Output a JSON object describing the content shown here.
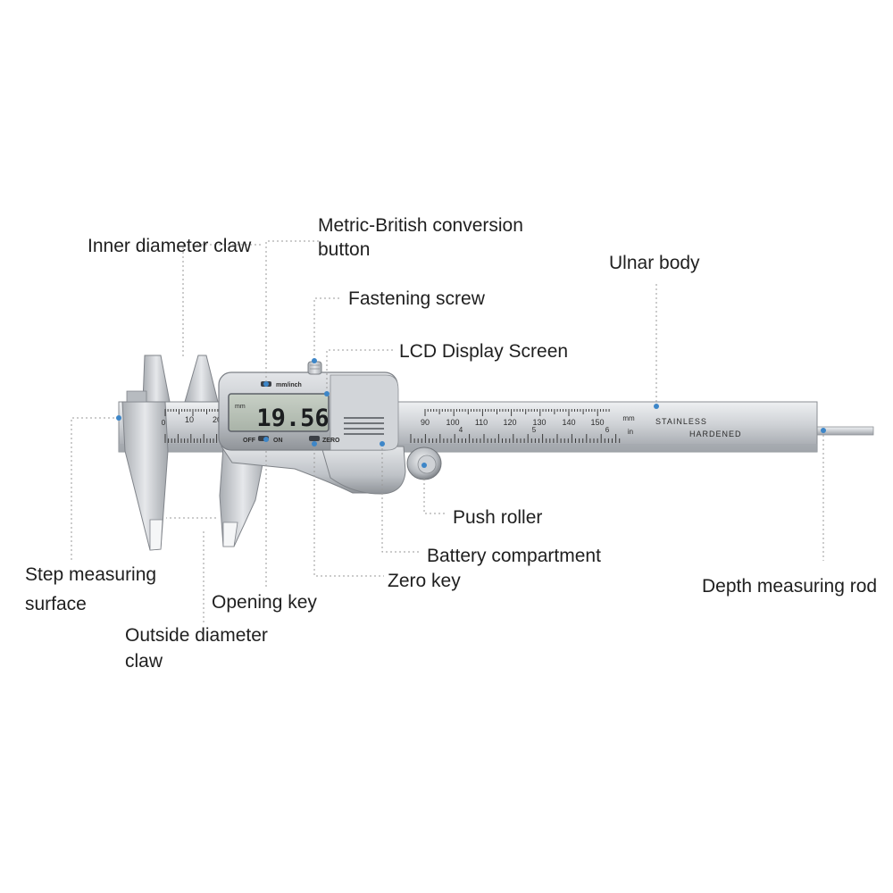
{
  "labels": {
    "inner_diameter_claw": "Inner diameter claw",
    "metric_british_1": "Metric-British conversion",
    "metric_british_2": "button",
    "fastening_screw": "Fastening screw",
    "lcd_display": "LCD Display Screen",
    "ulnar_body": "Ulnar body",
    "step_measuring_1": "Step measuring",
    "step_measuring_2": "surface",
    "push_roller": "Push roller",
    "battery_compartment": "Battery compartment",
    "zero_key": "Zero key",
    "opening_key": "Opening key",
    "outside_diameter_1": "Outside diameter",
    "outside_diameter_2": "claw",
    "depth_rod": "Depth measuring rod"
  },
  "device": {
    "display_value": "19.56",
    "display_unit": "mm",
    "mm_inch_button": "mm/inch",
    "off_label": "OFF",
    "on_label": "ON",
    "zero_label": "ZERO",
    "scale_unit_mm": "mm",
    "scale_unit_in": "in",
    "engraving_line1": "STAINLESS",
    "engraving_line2": "HARDENED",
    "scale_left_numbers": [
      "0",
      "10",
      "20"
    ],
    "scale_right_numbers": [
      "90",
      "100",
      "110",
      "120",
      "130",
      "140",
      "150"
    ],
    "inch_numbers": [
      "4",
      "5",
      "6"
    ]
  },
  "colors": {
    "callout_dot": "#3d86c8",
    "leader_line": "#9a9a9a",
    "steel": "#c9ccd0",
    "lcd": "#b9c3b8"
  }
}
